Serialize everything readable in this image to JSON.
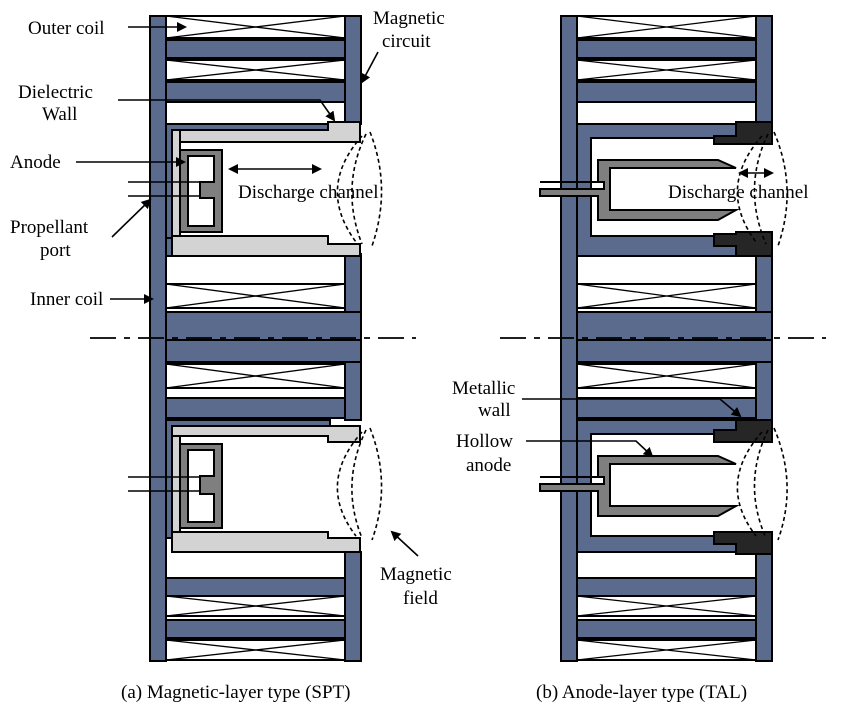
{
  "labels": {
    "outer_coil": "Outer coil",
    "magnetic_circuit_1": "Magnetic",
    "magnetic_circuit_2": "circuit",
    "dielectric_wall_1": "Dielectric",
    "dielectric_wall_2": "Wall",
    "anode": "Anode",
    "propellant_port_1": "Propellant",
    "propellant_port_2": "port",
    "inner_coil": "Inner coil",
    "discharge_channel_a": "Discharge channel",
    "discharge_channel_b": "Discharge channel",
    "magnetic_field_1": "Magnetic",
    "magnetic_field_2": "field",
    "metallic_wall_1": "Metallic",
    "metallic_wall_2": "wall",
    "hollow_anode_1": "Hollow",
    "hollow_anode_2": "anode"
  },
  "captions": {
    "left": "(a) Magnetic-layer type (SPT)",
    "right": "(b) Anode-layer type (TAL)"
  },
  "colors": {
    "magnetic_circuit": "#5a6b8e",
    "dielectric_wall": "#d3d3d3",
    "anode": "#7f7f7f",
    "metallic_wall": "#262626"
  }
}
